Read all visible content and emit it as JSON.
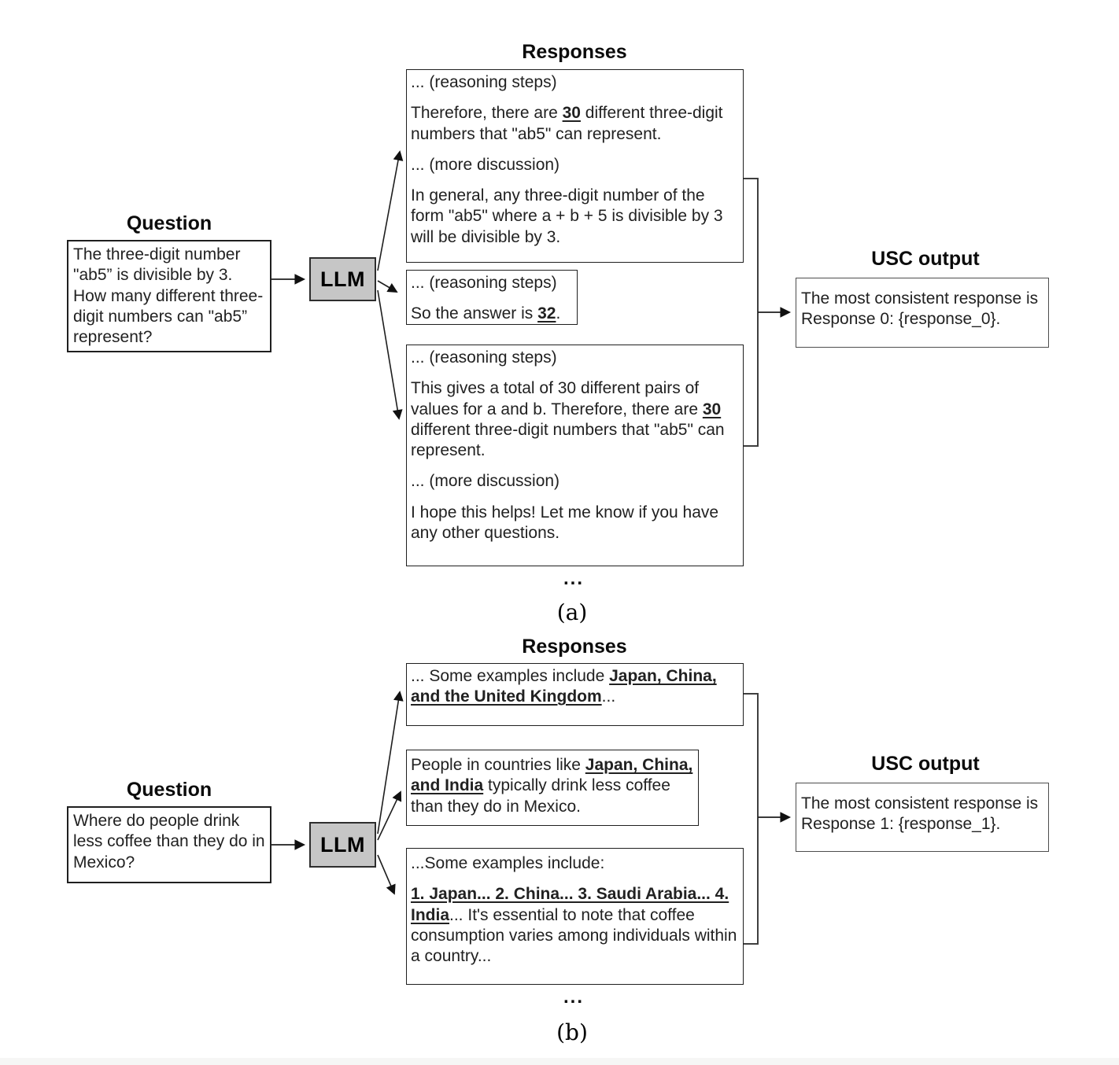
{
  "colors": {
    "llm_box_fill": "#c6c6c6",
    "box_border": "#1f1f1f"
  },
  "panels": [
    {
      "caption": "(a)",
      "question_label": "Question",
      "responses_label": "Responses",
      "usc_label": "USC output",
      "llm_label": "LLM",
      "dots": "...",
      "question": "The three-digit number \"ab5” is divisible by 3. How many different three-digit numbers can \"ab5” represent?",
      "usc_output": "The most consistent response is Response 0: {response_0}.",
      "responses": [
        [
          [
            {
              "t": "... (reasoning steps)"
            }
          ],
          [
            {
              "t": "Therefore, there are "
            },
            {
              "t": "30",
              "b": true
            },
            {
              "t": " different three-digit numbers that \"ab5\" can represent."
            }
          ],
          [
            {
              "t": "... (more discussion)"
            }
          ],
          [
            {
              "t": "In general, any three-digit number of the form \"ab5\" where a + b + 5 is divisible by 3 will be divisible by 3."
            }
          ]
        ],
        [
          [
            {
              "t": "... (reasoning steps)"
            }
          ],
          [
            {
              "t": "So the answer is "
            },
            {
              "t": "32",
              "b": true
            },
            {
              "t": "."
            }
          ]
        ],
        [
          [
            {
              "t": "... (reasoning steps)"
            }
          ],
          [
            {
              "t": "This gives a total of 30 different pairs of values for a and b. Therefore, there are "
            },
            {
              "t": "30",
              "b": true
            },
            {
              "t": " different three-digit numbers that \"ab5\" can represent."
            }
          ],
          [
            {
              "t": "... (more discussion)"
            }
          ],
          [
            {
              "t": "I hope this helps! Let me know if you have any other questions."
            }
          ]
        ]
      ]
    },
    {
      "caption": "(b)",
      "question_label": "Question",
      "responses_label": "Responses",
      "usc_label": "USC output",
      "llm_label": "LLM",
      "dots": "...",
      "question": "Where do people drink less coffee than they do in Mexico?",
      "usc_output": "The most consistent response is Response 1: {response_1}.",
      "responses": [
        [
          [
            {
              "t": "... Some examples include "
            },
            {
              "t": "Japan, China, and the United Kingdom",
              "b": true
            },
            {
              "t": "..."
            }
          ]
        ],
        [
          [
            {
              "t": "People in countries like "
            },
            {
              "t": "Japan, China, and India",
              "b": true
            },
            {
              "t": " typically drink less coffee than they do in Mexico."
            }
          ]
        ],
        [
          [
            {
              "t": "...Some examples include:"
            }
          ],
          [
            {
              "t": "1. Japan... 2. China... 3. Saudi Arabia... 4. India",
              "b": true
            },
            {
              "t": "... It's essential to note that coffee consumption varies among individuals within a country..."
            }
          ]
        ]
      ]
    }
  ]
}
